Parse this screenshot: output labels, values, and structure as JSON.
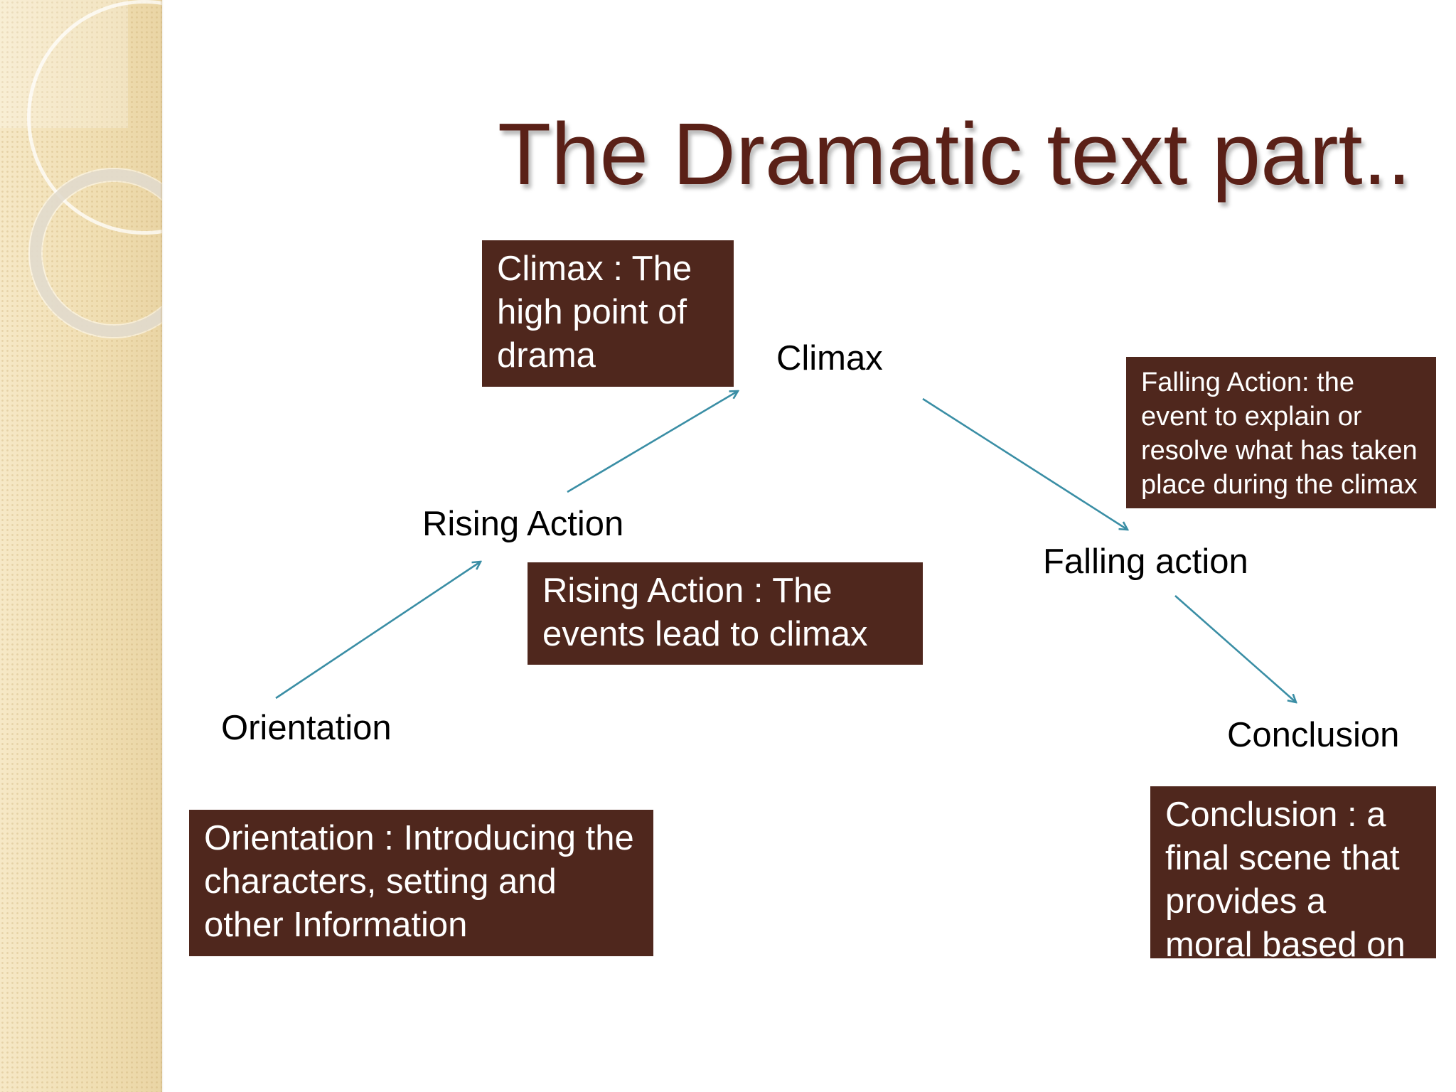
{
  "title": "The Dramatic text part..",
  "stages": {
    "orientation": "Orientation",
    "rising_action": "Rising Action",
    "climax": "Climax",
    "falling_action": "Falling action",
    "conclusion": "Conclusion"
  },
  "descriptions": {
    "climax": "Climax : The high point of drama",
    "rising_action": "Rising Action : The events lead to climax",
    "orientation": "Orientation : Introducing the characters, setting and other Information",
    "falling_action": "Falling Action: the event to explain or resolve what has taken place during the climax",
    "conclusion": "Conclusion : a final scene that provides a moral based on the story"
  },
  "colors": {
    "title": "#5a2017",
    "box_fill": "#4f271d",
    "box_text": "#ffffff",
    "arrow": "#3a8ea5",
    "side_strip": "#f3e4bd"
  }
}
